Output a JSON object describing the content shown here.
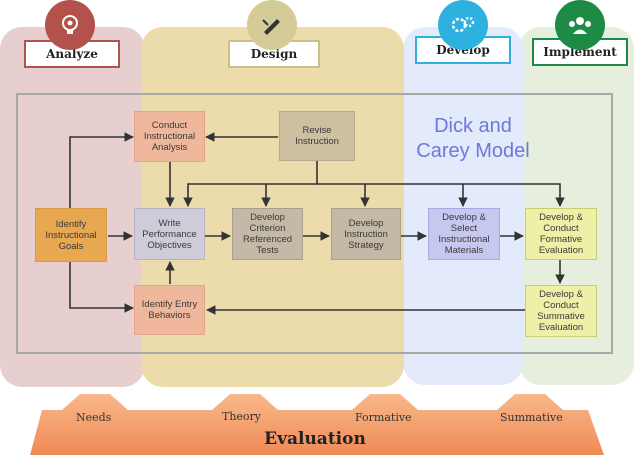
{
  "phases": {
    "analyze": "Analyze",
    "design": "Design",
    "develop": "Develop",
    "implement": "Implement"
  },
  "icons": {
    "analyze": "lightbulb-gear-icon",
    "design": "pen-quill-icon",
    "develop": "gears-icon",
    "implement": "team-people-icon"
  },
  "colors": {
    "analyze": "#b3524a",
    "design": "#c9c08a",
    "develop": "#2fb1df",
    "implement": "#1d8a45"
  },
  "model_title": "Dick and Carey Model",
  "nodes": {
    "conduct_analysis": "Conduct Instructional Analysis",
    "revise": "Revise Instruction",
    "identify_goals": "Identify Instructional Goals",
    "write_objectives": "Write Performance Objectives",
    "criterion_tests": "Develop Criterion Referenced Tests",
    "strategy": "Develop Instruction Strategy",
    "materials": "Develop & Select Instructional Materials",
    "formative": "Develop & Conduct Formative Evaluation",
    "entry_behaviors": "Identify Entry Behaviors",
    "summative": "Develop & Conduct Summative Evaluation"
  },
  "evaluation": {
    "title": "Evaluation",
    "needs": "Needs",
    "theory": "Theory",
    "formative": "Formative",
    "summative": "Summative"
  }
}
